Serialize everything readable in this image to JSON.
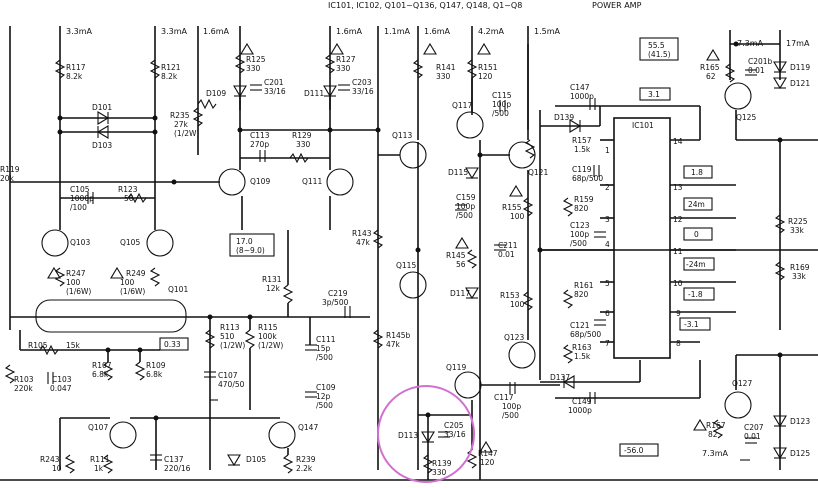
{
  "header": {
    "components": "IC101, IC102, Q101~Q136, Q147, Q148, Q1~Q8",
    "section": "POWER AMP"
  },
  "currents": [
    "3.3mA",
    "3.3mA",
    "1.6mA",
    "1.6mA",
    "1.1mA",
    "1.6mA",
    "4.2mA",
    "1.5mA",
    "7.3mA",
    "17mA",
    "7.3mA"
  ],
  "voltage_boxes": [
    "55.5\n(41.5)",
    "3.1",
    "1.8",
    "24m",
    "0",
    "-24m",
    "-1.8",
    "-3.1",
    "17.0\n(8~9.0)",
    "0.33",
    "-56.0"
  ],
  "components": [
    {
      "ref": "R117",
      "value": "8.2k"
    },
    {
      "ref": "R121",
      "value": "8.2k"
    },
    {
      "ref": "R125",
      "value": "330"
    },
    {
      "ref": "C201",
      "value": "33/16"
    },
    {
      "ref": "R127",
      "value": "330"
    },
    {
      "ref": "C203",
      "value": "33/16"
    },
    {
      "ref": "R141",
      "value": "330"
    },
    {
      "ref": "R151",
      "value": "120"
    },
    {
      "ref": "C115",
      "value": "100p\n/500"
    },
    {
      "ref": "C147",
      "value": "1000p"
    },
    {
      "ref": "R165",
      "value": "62"
    },
    {
      "ref": "C201b",
      "value": "0.01"
    },
    {
      "ref": "D119",
      "value": ""
    },
    {
      "ref": "D121",
      "value": ""
    },
    {
      "ref": "Q125",
      "value": ""
    },
    {
      "ref": "D109",
      "value": ""
    },
    {
      "ref": "D111",
      "value": ""
    },
    {
      "ref": "D101",
      "value": ""
    },
    {
      "ref": "D103",
      "value": ""
    },
    {
      "ref": "R235",
      "value": "27k\n(1/2W)"
    },
    {
      "ref": "C113",
      "value": "270p"
    },
    {
      "ref": "R129",
      "value": "330"
    },
    {
      "ref": "Q113",
      "value": ""
    },
    {
      "ref": "Q117",
      "value": ""
    },
    {
      "ref": "Q121",
      "value": ""
    },
    {
      "ref": "D139",
      "value": ""
    },
    {
      "ref": "IC101",
      "value": ""
    },
    {
      "ref": "R157",
      "value": "1.5k"
    },
    {
      "ref": "C119",
      "value": "68p/500"
    },
    {
      "ref": "R159",
      "value": "820"
    },
    {
      "ref": "C123",
      "value": "100p\n/500"
    },
    {
      "ref": "R119",
      "value": "20k"
    },
    {
      "ref": "C105",
      "value": "1000p\n/100"
    },
    {
      "ref": "R123",
      "value": "56"
    },
    {
      "ref": "Q109",
      "value": ""
    },
    {
      "ref": "Q111",
      "value": ""
    },
    {
      "ref": "D115",
      "value": ""
    },
    {
      "ref": "C159",
      "value": "100p\n/500"
    },
    {
      "ref": "R155",
      "value": "100"
    },
    {
      "ref": "R225",
      "value": "33k"
    },
    {
      "ref": "Q103",
      "value": ""
    },
    {
      "ref": "Q105",
      "value": ""
    },
    {
      "ref": "R143",
      "value": "47k"
    },
    {
      "ref": "R145",
      "value": "56"
    },
    {
      "ref": "C211",
      "value": "0.01"
    },
    {
      "ref": "R169",
      "value": "33k"
    },
    {
      "ref": "R247",
      "value": "100\n(1/6W)"
    },
    {
      "ref": "R249",
      "value": "100\n(1/6W)"
    },
    {
      "ref": "Q101",
      "value": ""
    },
    {
      "ref": "R131",
      "value": "12k"
    },
    {
      "ref": "Q115",
      "value": ""
    },
    {
      "ref": "D117",
      "value": ""
    },
    {
      "ref": "R153",
      "value": "100"
    },
    {
      "ref": "R161",
      "value": "820"
    },
    {
      "ref": "C219",
      "value": "3p/500"
    },
    {
      "ref": "C121",
      "value": "68p/500"
    },
    {
      "ref": "R113",
      "value": "510\n(1/2W)"
    },
    {
      "ref": "R115",
      "value": "100k\n(1/2W)"
    },
    {
      "ref": "C111",
      "value": "15p\n/500"
    },
    {
      "ref": "R145b",
      "value": "47k"
    },
    {
      "ref": "Q123",
      "value": ""
    },
    {
      "ref": "R163",
      "value": "1.5k"
    },
    {
      "ref": "R105",
      "value": "15k"
    },
    {
      "ref": "R107",
      "value": "6.8k"
    },
    {
      "ref": "R109",
      "value": "6.8k"
    },
    {
      "ref": "C107",
      "value": "470/50"
    },
    {
      "ref": "C109",
      "value": "12p\n/500"
    },
    {
      "ref": "Q119",
      "value": ""
    },
    {
      "ref": "D137",
      "value": ""
    },
    {
      "ref": "Q127",
      "value": ""
    },
    {
      "ref": "R103",
      "value": "220k"
    },
    {
      "ref": "C103",
      "value": "0.047"
    },
    {
      "ref": "C117",
      "value": "100p\n/500"
    },
    {
      "ref": "C149",
      "value": "1000p"
    },
    {
      "ref": "C205",
      "value": "33/16"
    },
    {
      "ref": "R167",
      "value": "82"
    },
    {
      "ref": "C207",
      "value": "0.01"
    },
    {
      "ref": "D123",
      "value": ""
    },
    {
      "ref": "Q107",
      "value": ""
    },
    {
      "ref": "Q147",
      "value": ""
    },
    {
      "ref": "D113",
      "value": ""
    },
    {
      "ref": "R243",
      "value": "10"
    },
    {
      "ref": "R111",
      "value": "1k"
    },
    {
      "ref": "C137",
      "value": "220/16"
    },
    {
      "ref": "D105",
      "value": ""
    },
    {
      "ref": "R239",
      "value": "2.2k"
    },
    {
      "ref": "R139",
      "value": "330"
    },
    {
      "ref": "R147",
      "value": "120"
    },
    {
      "ref": "D125",
      "value": ""
    }
  ],
  "ic_pins": [
    "1",
    "2",
    "3",
    "4",
    "5",
    "6",
    "7",
    "8",
    "9",
    "10",
    "11",
    "12",
    "13",
    "14"
  ]
}
